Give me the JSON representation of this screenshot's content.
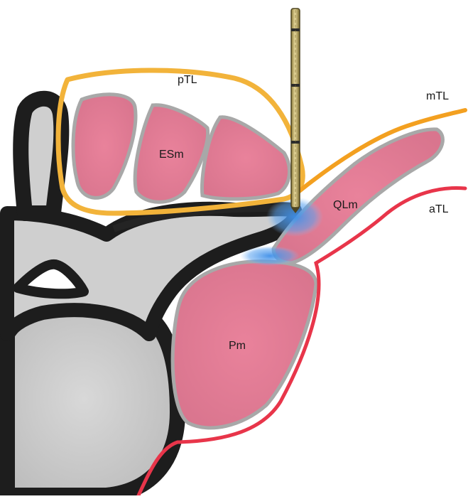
{
  "labels": {
    "ptl": "pTL",
    "mtl": "mTL",
    "esm": "ESm",
    "qlm": "QLm",
    "atl": "aTL",
    "pm": "Pm"
  },
  "colors": {
    "posterior_fascia": "#f2b33a",
    "middle_fascia": "#f3a020",
    "anterior_fascia": "#e8354a",
    "muscle": "#e07a92",
    "muscle_border": "#a8a8a8",
    "injectate": "#3f8fe8",
    "bone_dark": "#1d1d1d",
    "bone_light": "#cfcfcf",
    "needle": "#c8b46a"
  },
  "icons": [
    "needle-icon"
  ]
}
